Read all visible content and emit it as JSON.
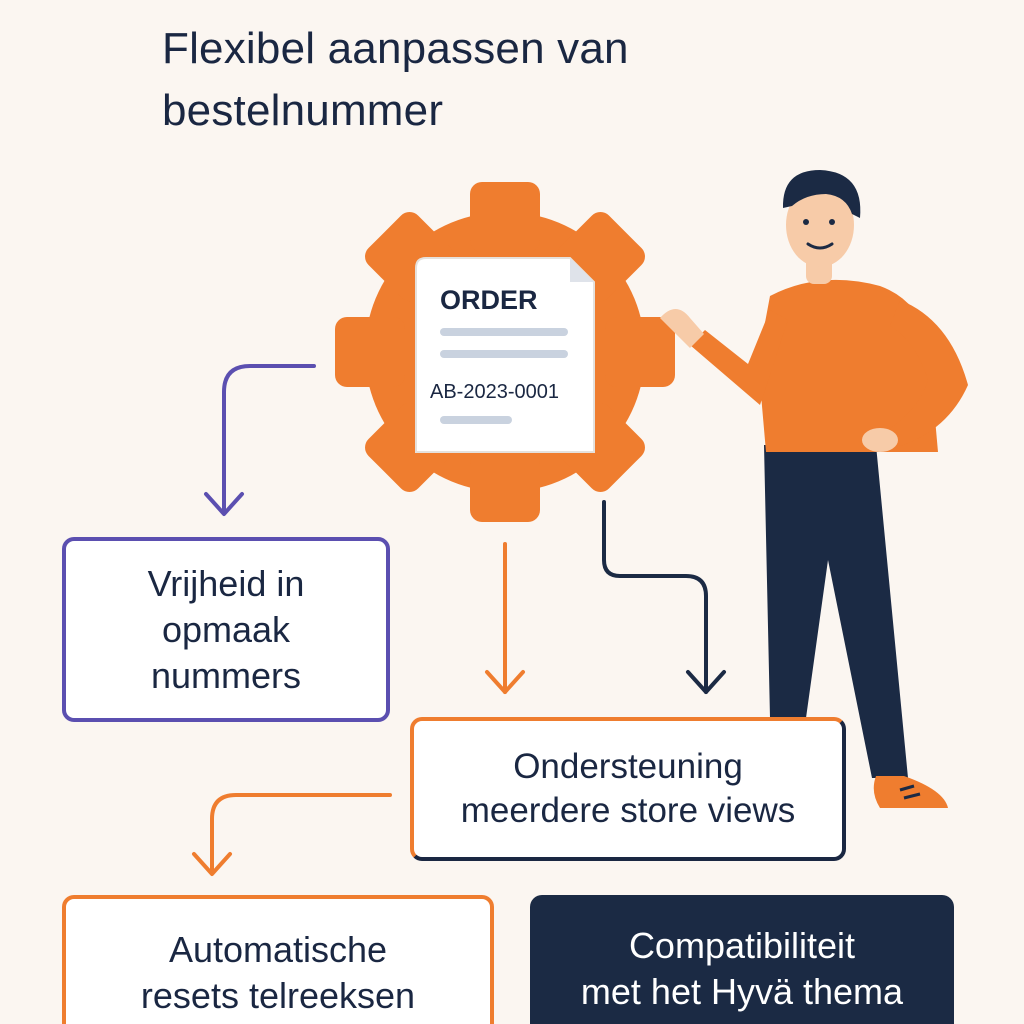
{
  "title": "Flexibel aanpassen van bestelnummer",
  "order_card": {
    "heading": "ORDER",
    "number": "AB-2023-0001"
  },
  "boxes": {
    "vrijheid": "Vrijheid in\nopmaak\nnummers",
    "ondersteuning": "Ondersteuning\nmeerdere store views",
    "automatische": "Automatische\nresets telreeksen",
    "compatibiliteit": "Compatibiliteit\nmet het Hyvä thema"
  },
  "colors": {
    "orange": "#ef7d2f",
    "navy": "#1b2a44",
    "purple": "#5b4fb0",
    "background": "#fbf6f1"
  }
}
